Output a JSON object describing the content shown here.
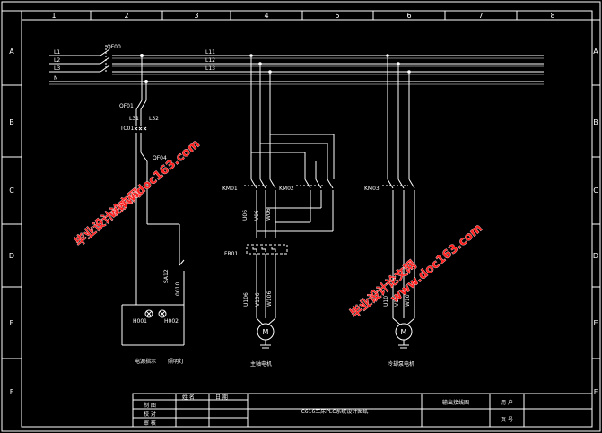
{
  "frame": {
    "columns": [
      "1",
      "2",
      "3",
      "4",
      "5",
      "6",
      "7",
      "8"
    ],
    "rows": [
      "A",
      "B",
      "C",
      "D",
      "E",
      "F"
    ]
  },
  "bus": {
    "lines": [
      "L1",
      "L2",
      "L3",
      "N"
    ],
    "right_labels": [
      "L11",
      "L12",
      "L13"
    ]
  },
  "breakers": {
    "main": "QF00",
    "branch": "QF01",
    "sub": "QF04"
  },
  "transformer": {
    "name": "TC01",
    "tap1": "L31",
    "tap2": "L32"
  },
  "contactors": {
    "km1": "KM01",
    "km2": "KM02",
    "km3": "KM03"
  },
  "overload": "FR01",
  "switch": {
    "name": "SA12",
    "node": "0010"
  },
  "wires": {
    "upper": [
      "U06",
      "V06",
      "W06"
    ],
    "lower_main": [
      "U106",
      "V106",
      "W106"
    ],
    "lower_pump": [
      "U10",
      "V10",
      "W10"
    ]
  },
  "lamps": {
    "lamp1": "H001",
    "lamp2": "H002"
  },
  "captions": {
    "power_indicator": "电源指示",
    "lighting": "照明灯"
  },
  "motors": {
    "symbol": "M",
    "main_caption": "主轴电机",
    "pump_caption": "冷却泵电机"
  },
  "watermarks": {
    "text1": "毕业设计论文网",
    "text2": "www.doc163.com"
  },
  "title_block": {
    "name_col": "姓 名",
    "date_col": "日 期",
    "rows": [
      "制 图",
      "校 对",
      "审 核"
    ],
    "drawing_title": "C616车床PLC系统设计图纸",
    "drawing_name": "输出接线图",
    "user_label": "用 户",
    "page_label": "页 号"
  }
}
